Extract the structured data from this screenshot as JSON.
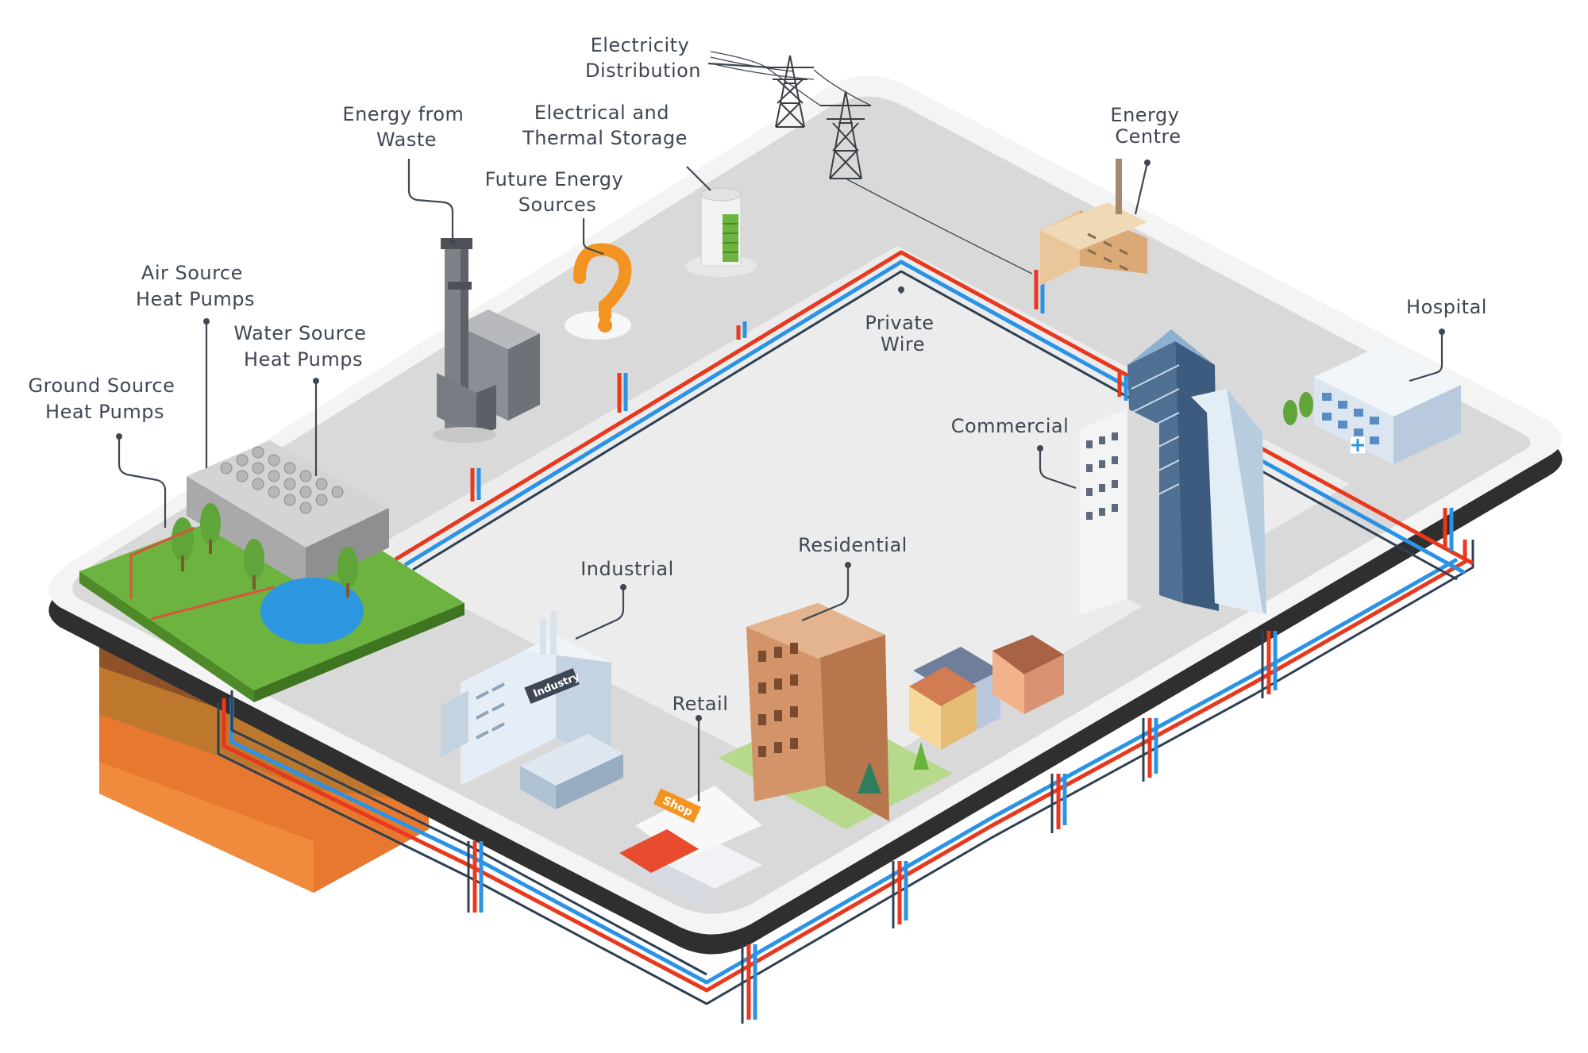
{
  "labels": {
    "electricity_distribution": [
      "Electricity",
      "Distribution"
    ],
    "electrical_thermal_storage": [
      "Electrical and",
      "Thermal Storage"
    ],
    "energy_from_waste": [
      "Energy from",
      "Waste"
    ],
    "future_energy_sources": [
      "Future Energy",
      "Sources"
    ],
    "energy_centre": [
      "Energy",
      "Centre"
    ],
    "air_source_heat_pumps": [
      "Air Source",
      "Heat Pumps"
    ],
    "water_source_heat_pumps": [
      "Water Source",
      "Heat Pumps"
    ],
    "ground_source_heat_pumps": [
      "Ground Source",
      "Heat Pumps"
    ],
    "private_wire": [
      "Private",
      "Wire"
    ],
    "hospital": [
      "Hospital"
    ],
    "commercial": [
      "Commercial"
    ],
    "residential": [
      "Residential"
    ],
    "industrial": [
      "Industrial"
    ],
    "retail": [
      "Retail"
    ]
  },
  "signs": {
    "industry": "Industry",
    "shop": "Shop"
  },
  "colors": {
    "flow_hot": "#e8381e",
    "flow_cold": "#2b93e6",
    "platform_top": "#dcdcdc",
    "platform_rim": "#3a3a3a",
    "grass": "#6cb33f",
    "soil": "#c9772f"
  },
  "icons": [
    "power-pylon-icon",
    "question-mark-icon",
    "battery-icon",
    "chimney-icon",
    "factory-icon",
    "house-icon",
    "hospital-icon",
    "shop-icon",
    "tree-icon",
    "pond-icon"
  ]
}
